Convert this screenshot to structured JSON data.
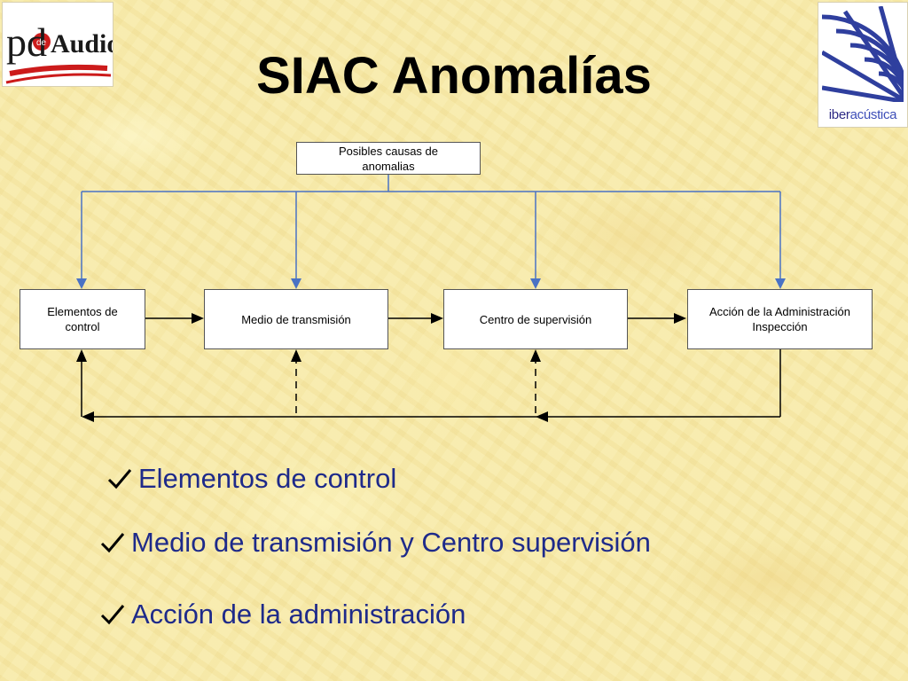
{
  "logos": {
    "left": {
      "text": "pd",
      "small": "de",
      "text2": "Audio"
    },
    "right": {
      "part1": "iber",
      "part2": "acústica"
    }
  },
  "title": "SIAC Anomalías",
  "diagram": {
    "top_box": "Posibles causas de\nanomalias",
    "boxes": [
      "Elementos de\ncontrol",
      "Medio de transmisión",
      "Centro de supervisión",
      "Acción de la Administración\nInspección"
    ],
    "colors": {
      "blue_arrow": "#4a72c4",
      "black_arrow": "#000000"
    }
  },
  "bullets": [
    "Elementos de control",
    "Medio de transmisión y Centro supervisión",
    "Acción de la administración"
  ],
  "colors": {
    "bullet_text": "#1e2a8a",
    "title": "#000000"
  }
}
